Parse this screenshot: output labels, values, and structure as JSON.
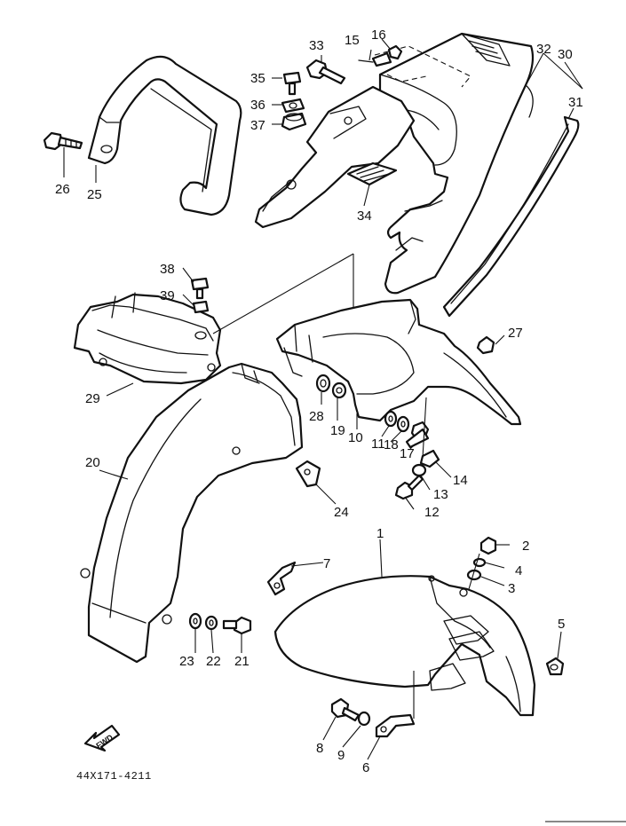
{
  "diagram": {
    "catalog_code": "44X171-4211",
    "fwd_label": "FWD",
    "callouts": [
      {
        "n": "1"
      },
      {
        "n": "2"
      },
      {
        "n": "3"
      },
      {
        "n": "4"
      },
      {
        "n": "5"
      },
      {
        "n": "6"
      },
      {
        "n": "7"
      },
      {
        "n": "8"
      },
      {
        "n": "9"
      },
      {
        "n": "10"
      },
      {
        "n": "11"
      },
      {
        "n": "12"
      },
      {
        "n": "13"
      },
      {
        "n": "14"
      },
      {
        "n": "15"
      },
      {
        "n": "16"
      },
      {
        "n": "17"
      },
      {
        "n": "18"
      },
      {
        "n": "19"
      },
      {
        "n": "20"
      },
      {
        "n": "21"
      },
      {
        "n": "22"
      },
      {
        "n": "23"
      },
      {
        "n": "24"
      },
      {
        "n": "25"
      },
      {
        "n": "26"
      },
      {
        "n": "27"
      },
      {
        "n": "28"
      },
      {
        "n": "29"
      },
      {
        "n": "30"
      },
      {
        "n": "31"
      },
      {
        "n": "32"
      },
      {
        "n": "33"
      },
      {
        "n": "34"
      },
      {
        "n": "35"
      },
      {
        "n": "36"
      },
      {
        "n": "37"
      },
      {
        "n": "38"
      },
      {
        "n": "39"
      }
    ]
  }
}
